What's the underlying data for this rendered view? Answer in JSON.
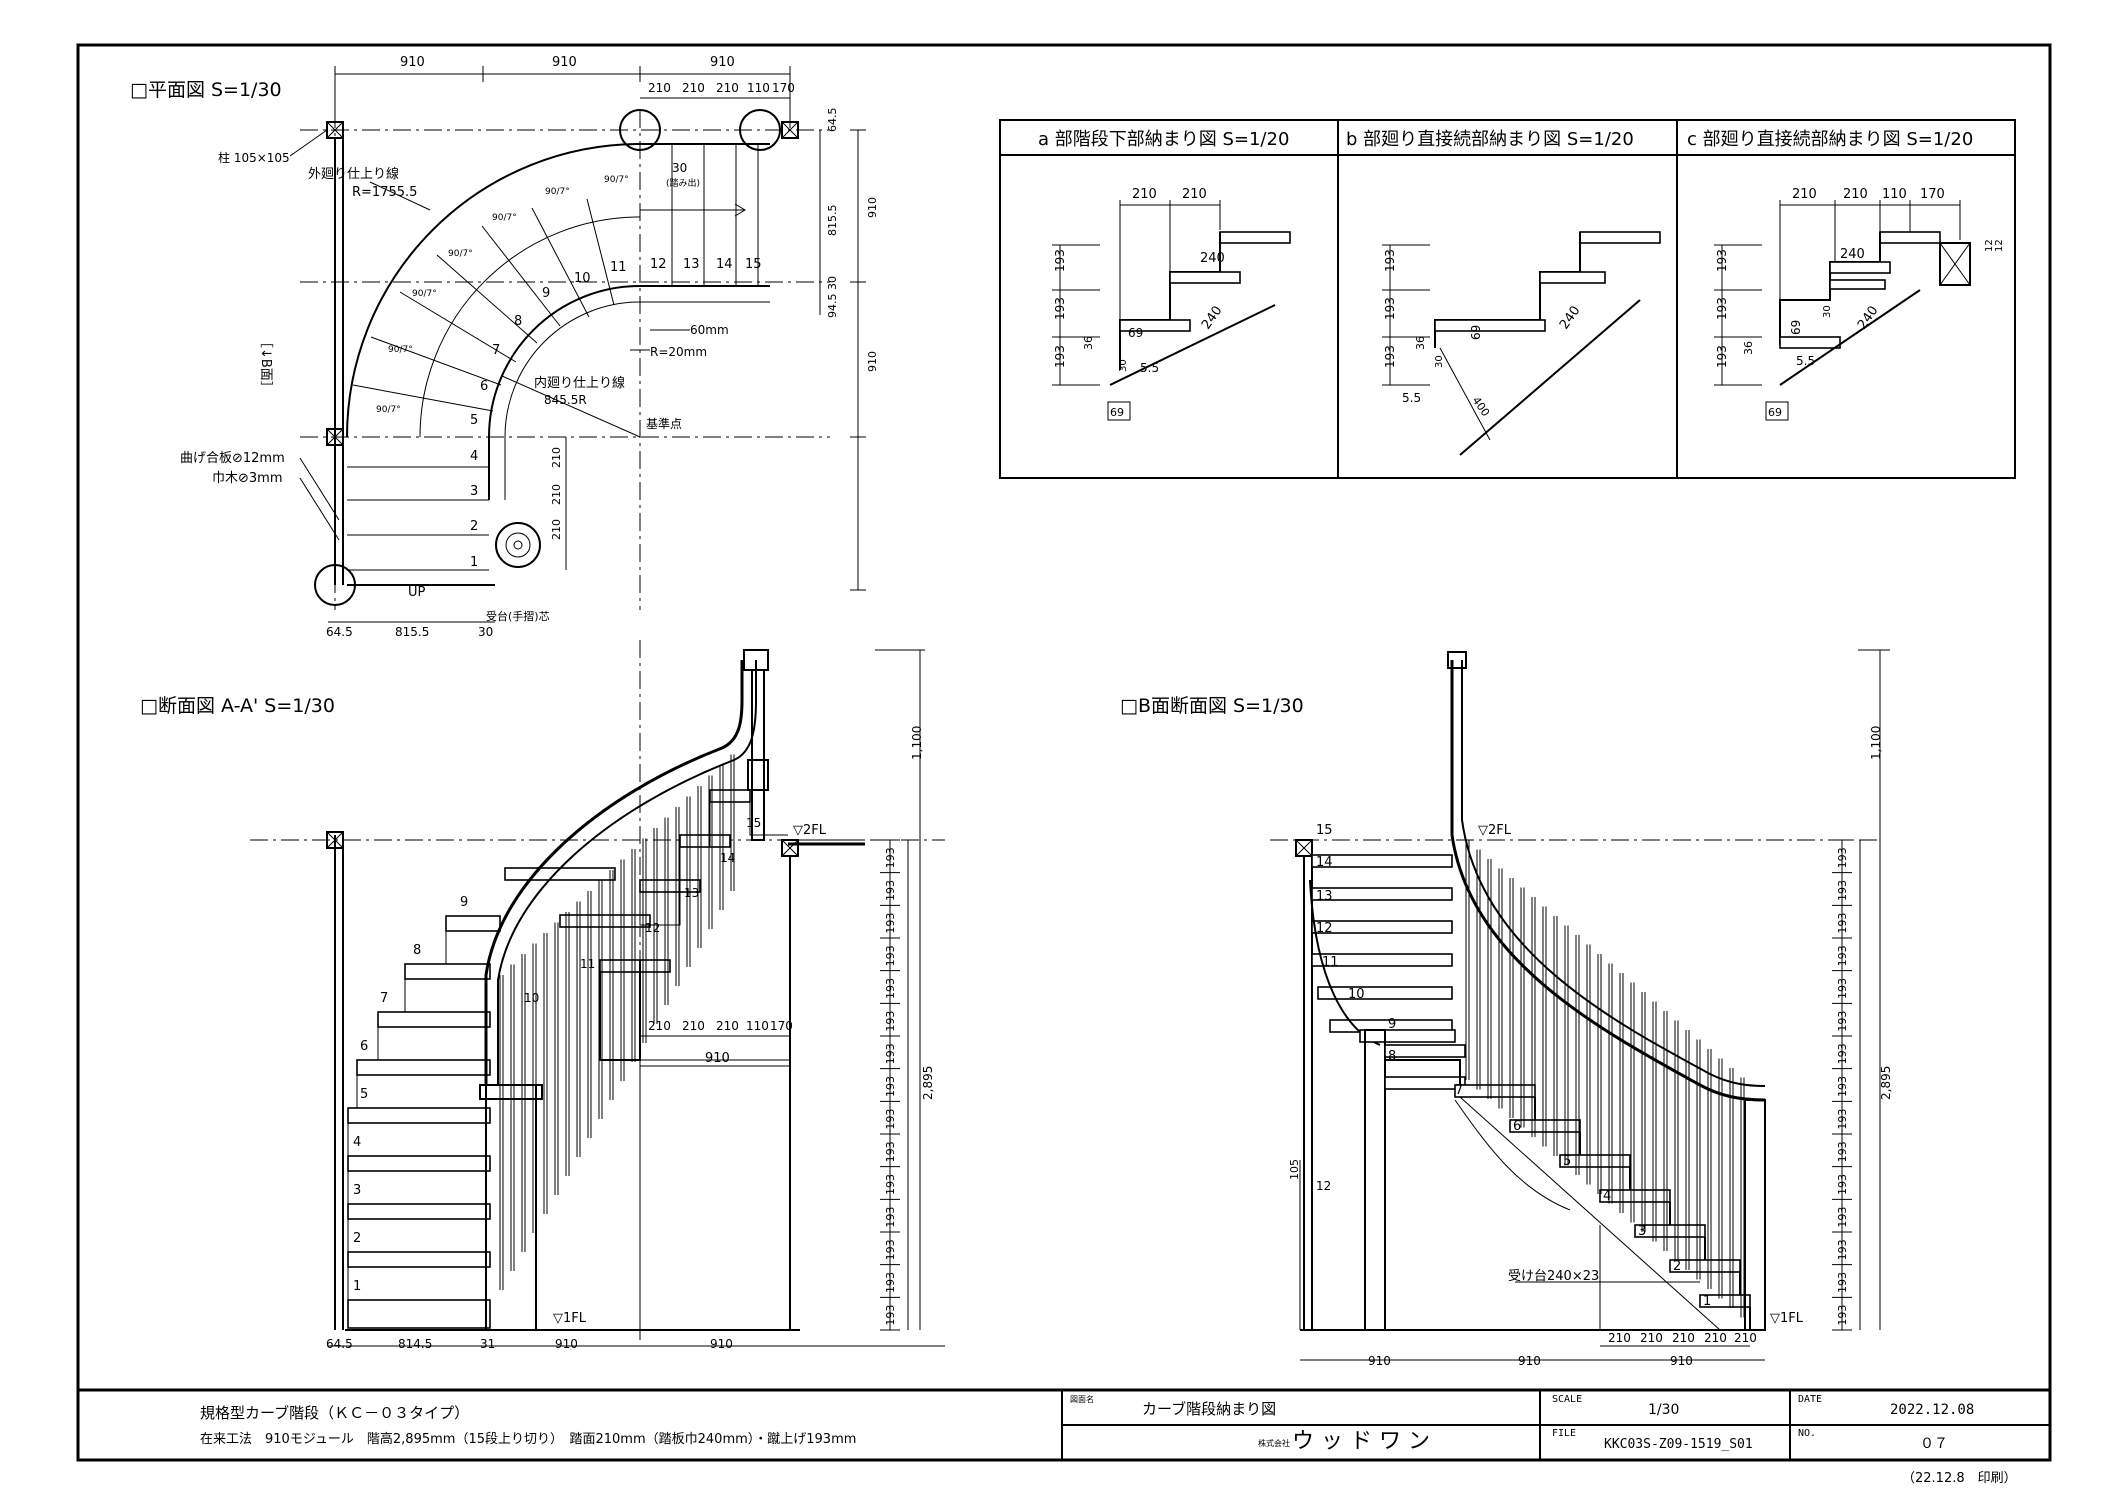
{
  "views": {
    "plan": {
      "title": "□平面図 S=1/30",
      "top_dims": [
        "910",
        "910",
        "910"
      ],
      "top_sub_dims": [
        "210",
        "210",
        "210",
        "110",
        "170"
      ],
      "right_dims": [
        "64.5",
        "815.5",
        "30",
        "94.5",
        "910",
        "910"
      ],
      "left_side_label": "［↓B面］",
      "bottom_dims": [
        "64.5",
        "815.5",
        "30"
      ],
      "riser_dims": [
        "210",
        "210",
        "210"
      ],
      "step_numbers": [
        "1",
        "2",
        "3",
        "4",
        "5",
        "6",
        "7",
        "8",
        "9",
        "10",
        "11",
        "12",
        "13",
        "14",
        "15"
      ],
      "tread_angles": [
        "90/7°",
        "90/7°",
        "90/7°",
        "90/7°",
        "90/7°",
        "90/7°",
        "90/7°"
      ],
      "notes": {
        "post": "柱 105×105",
        "outer_line": "外廻り仕上り線",
        "outer_radius": "R=1755.5",
        "inner_line": "内廻り仕上り線",
        "inner_radius": "845.5R",
        "handrail_width": "60mm",
        "handrail_radius": "R=20mm",
        "base_point": "基準点",
        "bent_plywood": "曲げ合板⊘12mm",
        "skirting": "巾木⊘3mm",
        "up": "UP",
        "newel_center": "受台(手摺)芯",
        "overhang": "30",
        "overhang_note": "(踏み出)"
      }
    },
    "section_aa": {
      "title": "□断面図 A-A' S=1/30",
      "second_floor": "▽2FL",
      "first_floor": "▽1FL",
      "rise_dims": [
        "193",
        "193",
        "193",
        "193",
        "193",
        "193",
        "193",
        "193",
        "193",
        "193",
        "193",
        "193",
        "193",
        "193",
        "193"
      ],
      "total_height": "2,895",
      "rail_height": "1,100",
      "bottom_dims": [
        "64.5",
        "814.5",
        "31",
        "910",
        "910"
      ],
      "inner_dims": [
        "210",
        "210",
        "210",
        "110",
        "170"
      ],
      "inner_total": "910",
      "step_numbers": [
        "1",
        "2",
        "3",
        "4",
        "5",
        "6",
        "7",
        "8",
        "9",
        "10",
        "11",
        "12",
        "13",
        "14",
        "15"
      ]
    },
    "section_b": {
      "title": "□B面断面図 S=1/30",
      "second_floor": "▽2FL",
      "first_floor": "▽1FL",
      "rise_dims": [
        "193",
        "193",
        "193",
        "193",
        "193",
        "193",
        "193",
        "193",
        "193",
        "193",
        "193",
        "193",
        "193",
        "193",
        "193"
      ],
      "total_height": "2,895",
      "rail_height": "1,100",
      "support_note": "受け台240×23",
      "side_dims": [
        "105",
        "12"
      ],
      "bottom_dims": [
        "910",
        "910"
      ],
      "tread_dims": [
        "210",
        "210",
        "210",
        "210",
        "210"
      ],
      "tread_total": "910",
      "step_numbers": [
        "1",
        "2",
        "3",
        "4",
        "5",
        "6",
        "7",
        "8",
        "9",
        "10",
        "11",
        "12",
        "13",
        "14",
        "15"
      ]
    }
  },
  "details": [
    {
      "title": "a 部階段下部納まり図 S=1/20",
      "top_dims": [
        "210",
        "210"
      ],
      "rise_dims": [
        "193",
        "193",
        "193"
      ],
      "labels": [
        "240",
        "240",
        "69",
        "36",
        "30",
        "5.5",
        "69"
      ]
    },
    {
      "title": "b 部廻り直接続部納まり図 S=1/20",
      "top_dims": [],
      "rise_dims": [
        "193",
        "193",
        "193"
      ],
      "labels": [
        "240",
        "69",
        "36",
        "30",
        "5.5",
        "400"
      ]
    },
    {
      "title": "c 部廻り直接続部納まり図 S=1/20",
      "top_dims": [
        "210",
        "210",
        "110",
        "170"
      ],
      "rise_dims": [
        "193",
        "193",
        "193"
      ],
      "labels": [
        "240",
        "240",
        "69",
        "36",
        "30",
        "5.5",
        "69",
        "12",
        "12"
      ]
    }
  ],
  "title_block": {
    "product_name": "規格型カーブ階段（ＫＣ－０３タイプ）",
    "spec": "在来工法　910モジュール　階高2,895mm（15段上り切り）　踏面210mm（踏板巾240mm）・蹴上げ193mm",
    "drawing_name_label": "図面名",
    "drawing_name": "カーブ階段納まり図",
    "company_label": "株式会社",
    "company": "ウ ッ ド ワ ン",
    "scale_label": "SCALE",
    "scale": "1/30",
    "file_label": "FILE",
    "file": "KKC03S-Z09-1519_S01",
    "date_label": "DATE",
    "date": "2022.12.08",
    "no_label": "NO.",
    "no": "０７",
    "printed": "（22.12.8　印刷）"
  }
}
